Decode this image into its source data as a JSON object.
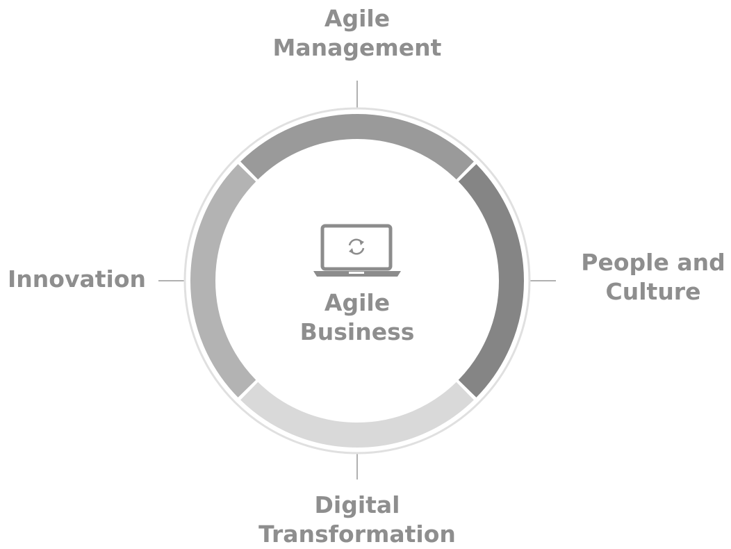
{
  "diagram": {
    "center": {
      "line1": "Agile",
      "line2": "Business",
      "icon": "laptop-refresh-icon"
    },
    "segments": {
      "top": {
        "line1": "Agile",
        "line2": "Management",
        "color": "#9a9a9a"
      },
      "right": {
        "line1": "People and",
        "line2": "Culture",
        "color": "#858585"
      },
      "bottom": {
        "line1": "Digital",
        "line2": "Transformation",
        "color": "#d9d9d9"
      },
      "left": {
        "line1": "Innovation",
        "color": "#b3b3b3"
      }
    },
    "colors": {
      "text": "#8e8e8e",
      "outer_ring": "#e0e0e0",
      "connector": "#b0b0b0",
      "icon": "#8c8c8c"
    }
  }
}
